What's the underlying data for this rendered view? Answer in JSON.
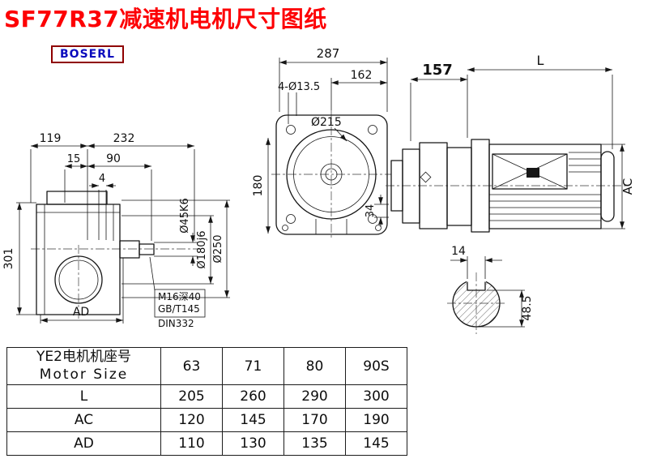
{
  "title": "SF77R37减速机电机尺寸图纸",
  "logo": "BOSERL",
  "colors": {
    "title_red": "#fd0004",
    "logo_text_blue": "#0b0bbd",
    "logo_border_maroon": "#8f0000",
    "line_black": "#161616"
  },
  "drawing": {
    "front": {
      "dim_287": "287",
      "dim_162": "162",
      "holes": "4-Ø13.5",
      "dia_215": "Ø215",
      "dim_180": "180",
      "dim_34": "34"
    },
    "side": {
      "dim_157": "157",
      "dim_L": "L",
      "dim_AC": "AC"
    },
    "shaft": {
      "dim_14": "14",
      "dim_48_5": "48.5"
    },
    "left": {
      "dim_119": "119",
      "dim_232": "232",
      "dim_15": "15",
      "dim_90": "90",
      "dim_4": "4",
      "dia_45": "Ø45K6",
      "dia_180j6": "Ø180j6",
      "dia_250": "Ø250",
      "dim_301": "301",
      "dim_AD": "AD",
      "note_1": "M16深40",
      "note_2": "GB/T145",
      "note_3": "DIN332"
    }
  },
  "table": {
    "header": {
      "col0_line1": "YE2电机机座号",
      "col0_line2": "Motor Size",
      "cols": [
        "63",
        "71",
        "80",
        "90S"
      ]
    },
    "rows": [
      {
        "label": "L",
        "values": [
          "205",
          "260",
          "290",
          "300"
        ]
      },
      {
        "label": "AC",
        "values": [
          "120",
          "145",
          "170",
          "190"
        ]
      },
      {
        "label": "AD",
        "values": [
          "110",
          "130",
          "135",
          "145"
        ]
      }
    ]
  }
}
